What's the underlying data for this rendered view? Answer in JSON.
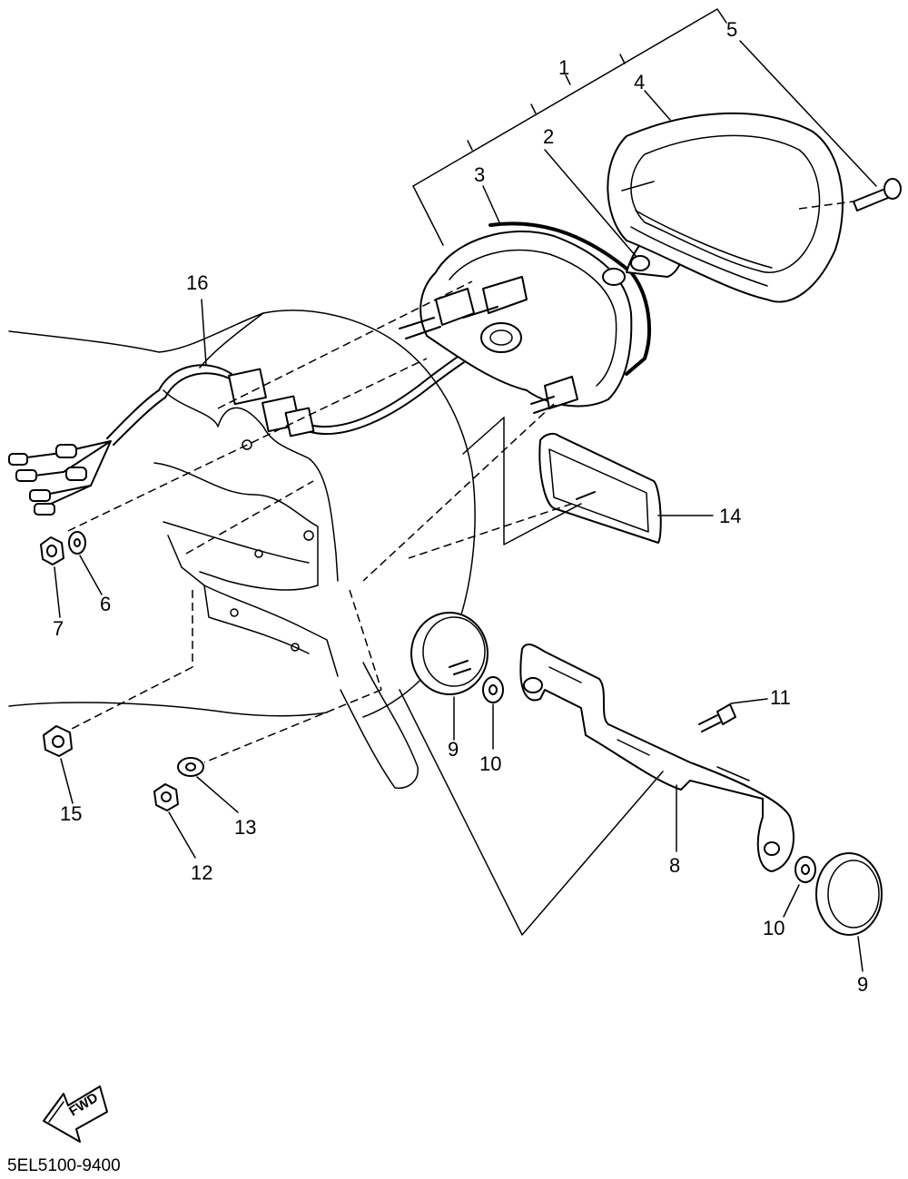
{
  "diagram": {
    "part_labels": {
      "p1": "1",
      "p2": "2",
      "p3": "3",
      "p4": "4",
      "p5": "5",
      "p6": "6",
      "p7": "7",
      "p8": "8",
      "p9a": "9",
      "p9b": "9",
      "p10a": "10",
      "p10b": "10",
      "p11": "11",
      "p12": "12",
      "p13": "13",
      "p14": "14",
      "p15": "15",
      "p16": "16"
    },
    "direction_badge": "FWD",
    "drawing_code": "5EL5100-9400"
  }
}
